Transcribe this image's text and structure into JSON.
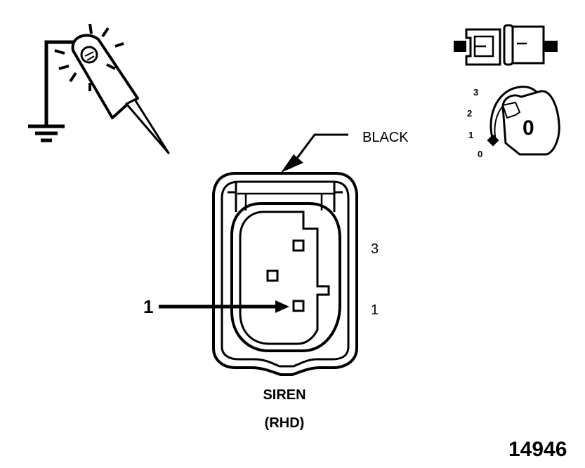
{
  "labels": {
    "wire_color": "BLACK",
    "pin_top_number": "3",
    "pin_bottom_number": "1",
    "pointer_number": "1",
    "component_name": "SIREN",
    "component_variant": "(RHD)",
    "figure_number": "14946"
  },
  "ignition_key": {
    "positions": [
      "3",
      "2",
      "1",
      "0"
    ],
    "key_face_text": "0"
  },
  "icons": {
    "probe": "test-probe-ground-icon",
    "connector": "disconnected-connector-icon",
    "key": "ignition-key-off-icon"
  }
}
